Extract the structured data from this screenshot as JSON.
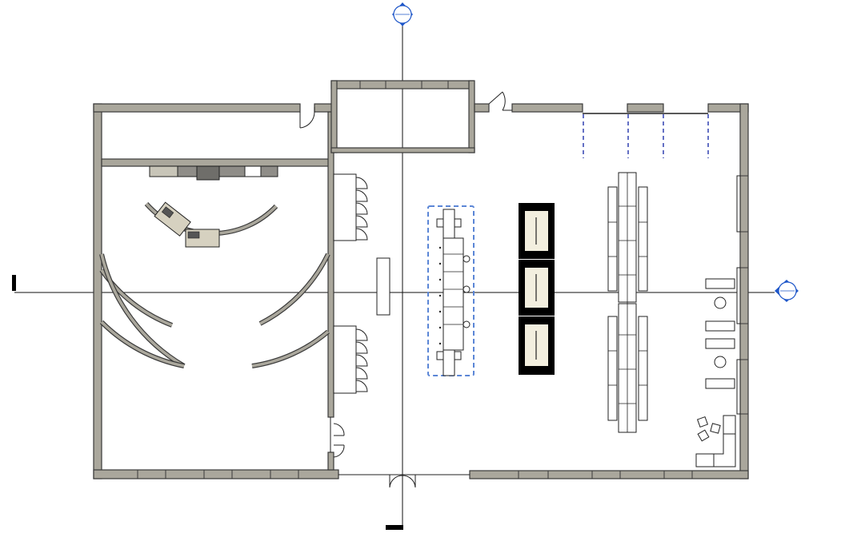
{
  "view": {
    "type": "floor-plan",
    "colors": {
      "wall_fill": "#aaa79c",
      "line": "#222222",
      "grid_head": "#1f57c9",
      "selection": "#5b86d6",
      "window_marks": "#2233aa",
      "display_case": "#000000",
      "display_inner": "#f3efdf"
    }
  },
  "grid_heads": {
    "top": {
      "label": "",
      "icon": "grid-bubble-icon"
    },
    "right": {
      "label": "",
      "icon": "grid-bubble-icon"
    }
  },
  "elements": {
    "rooms": [
      "storage-room-left",
      "storage-room-center",
      "exhibit-hall-left",
      "main-hall"
    ],
    "reception": {
      "icon": "workstation-icon"
    },
    "seating": {
      "icon": "chair-icon"
    }
  }
}
